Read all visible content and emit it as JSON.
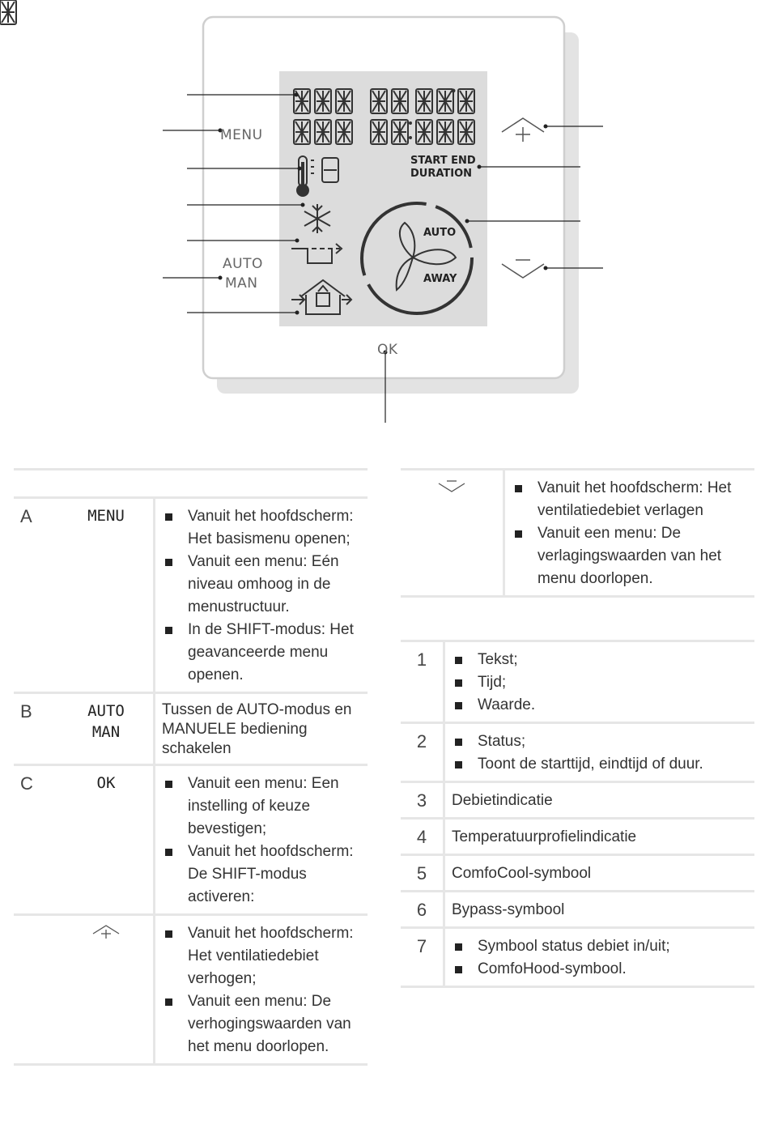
{
  "device": {
    "menu_label": "MENU",
    "auto_label": "AUTO",
    "man_label": "MAN",
    "ok_label": "OK",
    "start_end": "START END",
    "duration": "DURATION",
    "fan_auto": "AUTO",
    "fan_away": "AWAY"
  },
  "left_table": {
    "rows": [
      {
        "key": "A",
        "symbol": "MENU",
        "items": [
          "Vanuit het hoofdscherm: Het basismenu openen;",
          "Vanuit een menu: Eén niveau omhoog in de menustructuur.",
          "In de SHIFT-modus: Het geavanceerde menu openen."
        ]
      },
      {
        "key": "B",
        "symbol_line1": "AUTO",
        "symbol_line2": "MAN",
        "text": "Tussen de AUTO-modus en MANUELE bediening schakelen"
      },
      {
        "key": "C",
        "symbol": "OK",
        "items": [
          "Vanuit een menu: Een instelling of keuze bevestigen;",
          "Vanuit het hoofdscherm: De SHIFT-modus activeren:"
        ]
      },
      {
        "key": "",
        "symbol_icon": "plus-up-icon",
        "items": [
          "Vanuit het hoofdscherm: Het ventilatiedebiet verhogen;",
          "Vanuit een menu: De verhogingswaarden van het menu doorlopen."
        ]
      }
    ]
  },
  "right_table_top": {
    "rows": [
      {
        "symbol_icon": "minus-down-icon",
        "items": [
          "Vanuit het hoofdscherm: Het ventilatiedebiet verlagen",
          "Vanuit een menu: De verlagingswaarden van het menu doorlopen."
        ]
      }
    ]
  },
  "right_table_bottom": {
    "rows": [
      {
        "num": "1",
        "items": [
          "Tekst;",
          "Tijd;",
          "Waarde."
        ]
      },
      {
        "num": "2",
        "items": [
          "Status;",
          "Toont de starttijd, eindtijd of duur."
        ]
      },
      {
        "num": "3",
        "text": "Debietindicatie"
      },
      {
        "num": "4",
        "text": "Temperatuurprofielindicatie"
      },
      {
        "num": "5",
        "text": "ComfoCool-symbool"
      },
      {
        "num": "6",
        "text": "Bypass-symbool"
      },
      {
        "num": "7",
        "items": [
          "Symbool status debiet in/uit;",
          "ComfoHood-symbool."
        ]
      }
    ]
  }
}
